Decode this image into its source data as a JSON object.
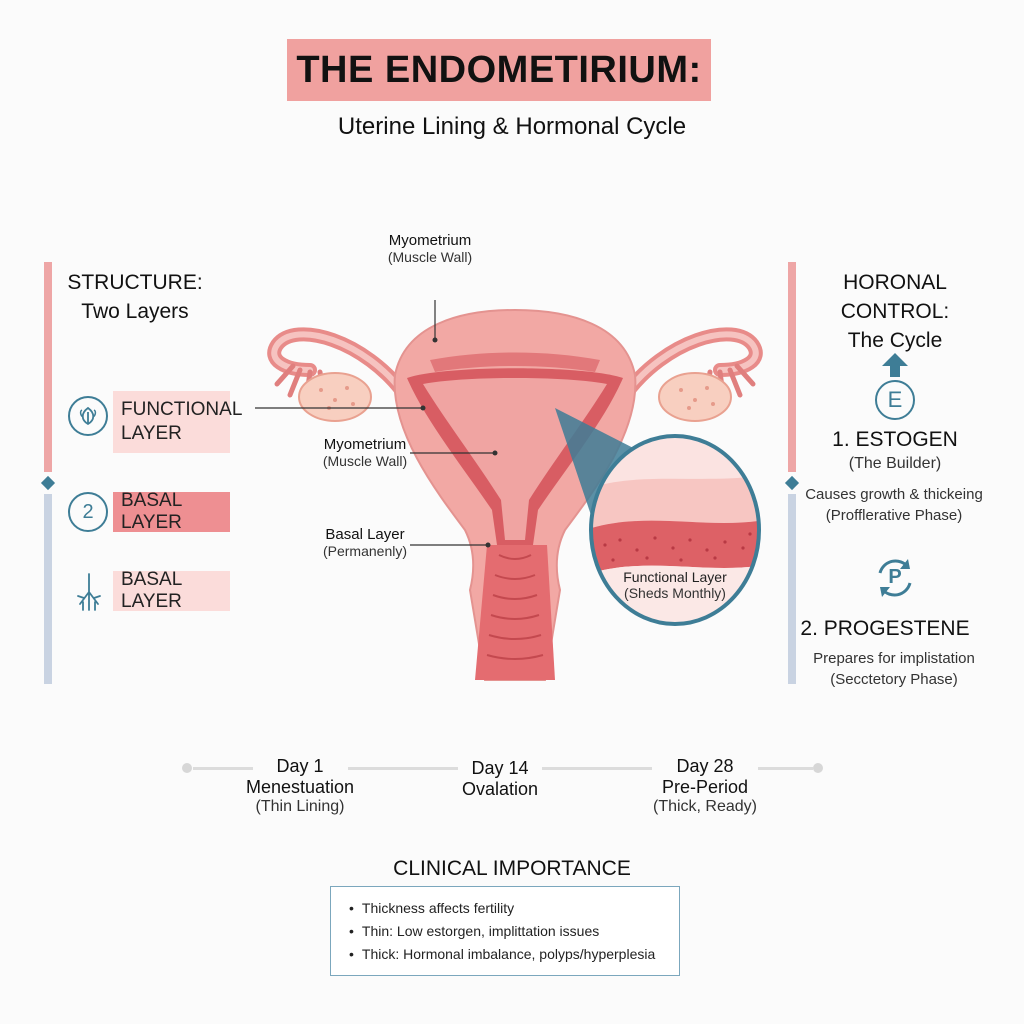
{
  "title": "THE ENDOMETIRIUM:",
  "subtitle": "Uterine Lining & Hormonal Cycle",
  "diagram": {
    "myometrium_top": {
      "name": "Myometrium",
      "sub": "(Muscle Wall)"
    },
    "myometrium_mid": {
      "name": "Myometrium",
      "sub": "(Muscle Wall)"
    },
    "basal": {
      "name": "Basal Layer",
      "sub": "(Permanenly)"
    },
    "inset": {
      "name": "Functional Layer",
      "sub": "(Sheds Monthly)"
    }
  },
  "structure": {
    "heading_1": "STRUCTURE:",
    "heading_2": "Two Layers",
    "layers": [
      {
        "label_1": "FUNCTIONAL",
        "label_2": "LAYER",
        "icon": "leaf-icon"
      },
      {
        "label_1": "BASAL LAYER",
        "icon": "number-2-icon",
        "icon_text": "2"
      },
      {
        "label_1": "BASAL LAYER",
        "icon": "roots-icon"
      }
    ]
  },
  "hormonal": {
    "heading_1": "HORONAL CONTROL:",
    "heading_2": "The Cycle",
    "estrogen": {
      "icon_letter": "E",
      "title": "1. ESTOGEN",
      "sub": "(The Builder)",
      "desc_1": "Causes growth & thickeing",
      "desc_2": "(Profflerative Phase)"
    },
    "progesterone": {
      "icon_letter": "P",
      "title": "2. PROGESTENE",
      "desc_1": "Prepares for implistation",
      "desc_2": "(Secctetory Phase)"
    }
  },
  "timeline": [
    {
      "day": "Day 1",
      "name": "Menestuation",
      "sub": "(Thin Lining)"
    },
    {
      "day": "Day 14",
      "name": "Ovalation",
      "sub": ""
    },
    {
      "day": "Day 28",
      "name": "Pre-Period",
      "sub": "(Thick, Ready)"
    }
  ],
  "clinical": {
    "heading": "CLINICAL IMPORTANCE",
    "items": [
      "Thickness affects fertility",
      "Thin: Low estorgen, implittation issues",
      "Thick: Hormonal imbalance, polyps/hyperplesia"
    ]
  },
  "colors": {
    "title_bg": "#f0a19f",
    "accent_teal": "#3e7d96",
    "uterus_pink": "#f2a8a4",
    "lining_red": "#d85d63",
    "bar_pink": "#eea6a6",
    "bar_blue": "#c9d3e2"
  }
}
